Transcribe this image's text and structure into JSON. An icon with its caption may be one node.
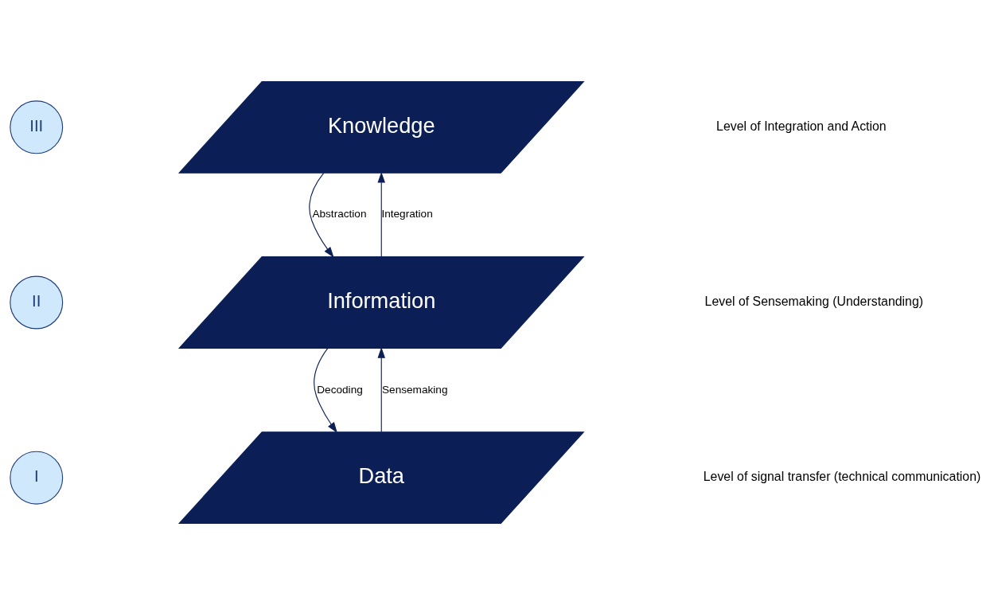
{
  "diagram": {
    "nodes": [
      {
        "text": [
          "III"
        ]
      },
      {
        "text": [
          "Knowledge"
        ]
      },
      {
        "text": [
          "II"
        ]
      },
      {
        "text": [
          "Information"
        ]
      },
      {
        "text": [
          "I"
        ]
      },
      {
        "text": [
          "Data"
        ]
      }
    ],
    "edges": [
      {
        "from": 1,
        "to": 3,
        "arrow": "to",
        "label": "Abstraction"
      },
      {
        "from": 3,
        "to": 1,
        "arrow": "to",
        "label": "Integration"
      },
      {
        "from": 3,
        "to": 5,
        "arrow": "to",
        "label": "Decoding"
      },
      {
        "from": 5,
        "to": 3,
        "arrow": "to",
        "label": "Sensemaking"
      }
    ],
    "labels": [
      "Level of Integration and Action",
      "Level of Sensemaking (Understanding)",
      "Level of signal transfer (technical communication)"
    ]
  }
}
